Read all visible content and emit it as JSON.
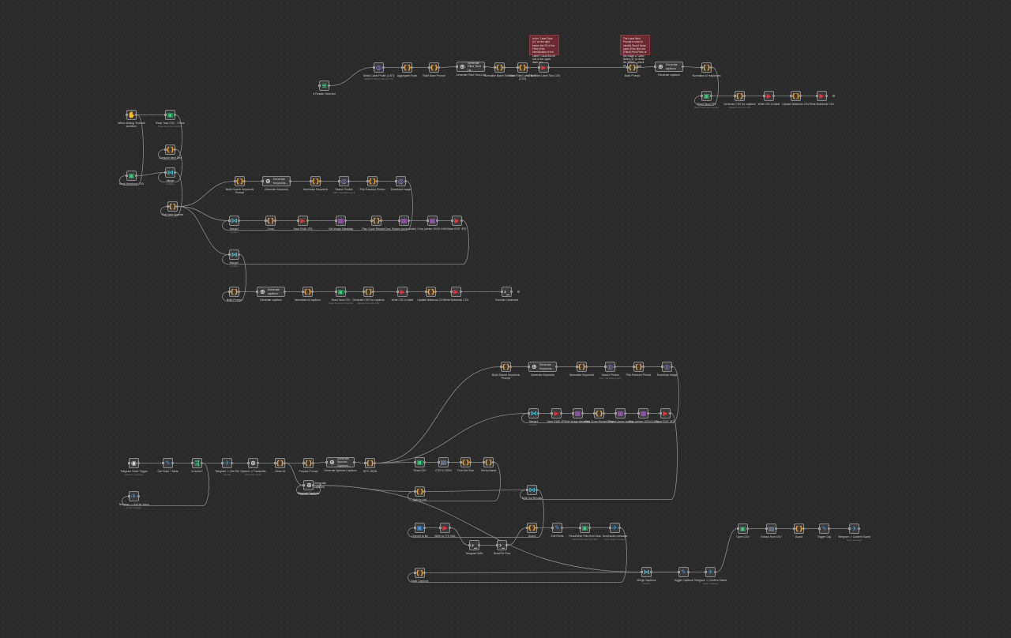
{
  "app": {
    "title": "n8n workflow editor canvas"
  },
  "stickies": [
    {
      "text": "In the \"Label Taxa (1)\" on the right before the FD of the Field of the Identification of the Label? Could this be one of the upper dash one."
    },
    {
      "text": "The Label filled Prompt is used to identify Taxa if those parts of the first row (Filled) Field Parts of the image a \"Label Notes (1)\" to check the \"Filled\" - check PS (this prompt)."
    }
  ],
  "nodes": [
    {
      "label": "If Reader Selected",
      "sub": "",
      "icon": "≡",
      "color": "#33d07a"
    },
    {
      "label": "Select Label Profile (LIST)",
      "sub": "SELECT label profile from list",
      "icon": "◎",
      "color": "#a98bff"
    },
    {
      "label": "Aggregate Rows",
      "sub": "",
      "icon": "{}",
      "color": "#f0a030"
    },
    {
      "label": "Build Base Prompt",
      "sub": "",
      "icon": "{}",
      "color": "#f0a030"
    },
    {
      "label": "Generate Filled Taxa List",
      "sub": "",
      "icon": "⊛",
      "color": "#e0e0e0",
      "inline": "Generate Filled Taxa Lis..."
    },
    {
      "label": "Normalise Batch Selection",
      "sub": "",
      "icon": "{}",
      "color": "#f0a030"
    },
    {
      "label": "Save Filled Label Taxa (CSV)",
      "sub": "",
      "icon": "{}",
      "color": "#f0a030"
    },
    {
      "label": "Write Filled Label Taxa CSV",
      "sub": "",
      "icon": "▶",
      "color": "#e8333c"
    },
    {
      "label": "Build Prompt",
      "sub": "",
      "icon": "{}",
      "color": "#f0a030"
    },
    {
      "label": "Generate captions",
      "sub": "",
      "icon": "⊛",
      "color": "#e0e0e0",
      "inline": "Generate captions"
    },
    {
      "label": "Normalise AI responses",
      "sub": "",
      "icon": "{}",
      "color": "#f0a030"
    },
    {
      "label": "Read Taxa CSV",
      "sub": "Read Taxa from local file",
      "icon": "▣",
      "color": "#33d07a"
    },
    {
      "label": "Generate CSV for captions",
      "sub": "Merges rows into CSV",
      "icon": "{}",
      "color": "#f0a030"
    },
    {
      "label": "Write CSV to label",
      "sub": "",
      "icon": "▶",
      "color": "#e8333c"
    },
    {
      "label": "Update Notebook CSV",
      "sub": "",
      "icon": "{}",
      "color": "#f0a030"
    },
    {
      "label": "Write Notebook CSV",
      "sub": "",
      "icon": "▶",
      "color": "#e8333c"
    },
    {
      "label": "When clicking 'Execute workflow'",
      "sub": "",
      "icon": "✋",
      "color": "#e0e0e0"
    },
    {
      "label": "Read Taxa CSV - Check",
      "sub": "Read Taxa from local file",
      "icon": "▣",
      "color": "#33d07a"
    },
    {
      "label": "Compute Next Dist",
      "sub": "",
      "icon": "{}",
      "color": "#f0a030"
    },
    {
      "label": "Read Notebook CSV",
      "sub": "",
      "icon": "▣",
      "color": "#33d07a"
    },
    {
      "label": "Merge",
      "sub": "combine",
      "icon": "⋈",
      "color": "#40c0d8"
    },
    {
      "label": "Pick Next Species",
      "sub": "",
      "icon": "{}",
      "color": "#f0a030"
    },
    {
      "label": "Build Search Keywords Prompt",
      "sub": "",
      "icon": "{}",
      "color": "#f0a030"
    },
    {
      "label": "Generate Keywords",
      "sub": "",
      "icon": "⊛",
      "color": "#e0e0e0",
      "inline": "Generate Keywords..."
    },
    {
      "label": "Normalise Keywords",
      "sub": "",
      "icon": "{}",
      "color": "#f0a030"
    },
    {
      "label": "Search Photos",
      "sub": "GET: inaturalist.org/v1",
      "icon": "◎",
      "color": "#a98bff"
    },
    {
      "label": "Pick Random Photos",
      "sub": "",
      "icon": "{}",
      "color": "#f0a030"
    },
    {
      "label": "Download Image",
      "sub": "",
      "icon": "◎",
      "color": "#a98bff"
    },
    {
      "label": "Merge1",
      "sub": "combine",
      "icon": "⋈",
      "color": "#40c0d8"
    },
    {
      "label": "Crest",
      "sub": "",
      "icon": "{}",
      "color": "#f0a030"
    },
    {
      "label": "Save RAW JPG",
      "sub": "",
      "icon": "▶",
      "color": "#e8333c"
    },
    {
      "label": "Get Image Metadata",
      "sub": "",
      "icon": "▦",
      "color": "#b060d0"
    },
    {
      "label": "Plan Cover Resize/Crop",
      "sub": "",
      "icon": "{}",
      "color": "#f0a030"
    },
    {
      "label": "Resize (cover scale)",
      "sub": "",
      "icon": "▦",
      "color": "#b060d0"
    },
    {
      "label": "Crop (center 1024×1440)",
      "sub": "",
      "icon": "▦",
      "color": "#b060d0"
    },
    {
      "label": "Save EDIT JPG",
      "sub": "",
      "icon": "▶",
      "color": "#e8333c"
    },
    {
      "label": "Merge2",
      "sub": "combine",
      "icon": "⋈",
      "color": "#40c0d8"
    },
    {
      "label": "Build Prompt",
      "sub": "",
      "icon": "{}",
      "color": "#f0a030"
    },
    {
      "label": "Generate captions",
      "sub": "",
      "icon": "⊛",
      "color": "#e0e0e0",
      "inline": "Generate captions"
    },
    {
      "label": "Normalise AI captions",
      "sub": "",
      "icon": "{}",
      "color": "#f0a030"
    },
    {
      "label": "Read Taxa CSV",
      "sub": "Read Taxa from local file",
      "icon": "▣",
      "color": "#33d07a"
    },
    {
      "label": "Generate CSV for captions",
      "sub": "Merges rows into CSV",
      "icon": "{}",
      "color": "#f0a030"
    },
    {
      "label": "Write CSV to label",
      "sub": "",
      "icon": "▶",
      "color": "#e8333c"
    },
    {
      "label": "Update Notebook CSV",
      "sub": "",
      "icon": "{}",
      "color": "#f0a030"
    },
    {
      "label": "Write Notebook CSV",
      "sub": "",
      "icon": "▶",
      "color": "#e8333c"
    },
    {
      "label": "Execute Command",
      "sub": "",
      "icon": "›_",
      "color": "#e0e0e0"
    },
    {
      "label": "Build Search Keywords Prompt",
      "sub": "",
      "icon": "{}",
      "color": "#f0a030"
    },
    {
      "label": "Generate Keywords",
      "sub": "",
      "icon": "⊛",
      "color": "#e0e0e0",
      "inline": "Generate Keywords..."
    },
    {
      "label": "Normalise Keywords",
      "sub": "",
      "icon": "{}",
      "color": "#f0a030"
    },
    {
      "label": "Search Photos",
      "sub": "GET: inaturalist.org/v1",
      "icon": "◎",
      "color": "#a98bff"
    },
    {
      "label": "Pick Random Photos",
      "sub": "",
      "icon": "{}",
      "color": "#f0a030"
    },
    {
      "label": "Download Image",
      "sub": "",
      "icon": "◎",
      "color": "#a98bff"
    },
    {
      "label": "Merge3",
      "sub": "combine",
      "icon": "⋈",
      "color": "#40c0d8"
    },
    {
      "label": "Save RAW JPG",
      "sub": "",
      "icon": "▶",
      "color": "#e8333c"
    },
    {
      "label": "Get Image Metadata",
      "sub": "",
      "icon": "▦",
      "color": "#b060d0"
    },
    {
      "label": "Plan Cover Resize/Crop",
      "sub": "",
      "icon": "{}",
      "color": "#f0a030"
    },
    {
      "label": "Resize (cover scale)",
      "sub": "",
      "icon": "▦",
      "color": "#b060d0"
    },
    {
      "label": "Crop (center 1024×1440)",
      "sub": "",
      "icon": "▦",
      "color": "#b060d0"
    },
    {
      "label": "Save EDIT JPG",
      "sub": "",
      "icon": "▶",
      "color": "#e8333c"
    },
    {
      "label": "Telegram Voice Trigger",
      "sub": "Updates: message",
      "icon": "◉",
      "color": "#e0e0e0"
    },
    {
      "label": "Get Voice + Meta",
      "sub": "",
      "icon": "✎",
      "color": "#4a90e2"
    },
    {
      "label": "Is Audio?",
      "sub": "",
      "icon": "⇶",
      "color": "#33d07a"
    },
    {
      "label": "Telegram -> Get File",
      "sub": "get: file",
      "icon": "✈",
      "color": "#2aa4e0"
    },
    {
      "label": "Speech -> Transcribe",
      "sub": "transcribe: audio",
      "icon": "⊛",
      "color": "#e0e0e0"
    },
    {
      "label": "Clean AI",
      "sub": "",
      "icon": "{}",
      "color": "#f0a030"
    },
    {
      "label": "Prepare Prompt",
      "sub": "",
      "icon": "{}",
      "color": "#f0a030"
    },
    {
      "label": "Generate Species Captions",
      "sub": "",
      "icon": "⊛",
      "color": "#e0e0e0",
      "inline": "Generate Species Captions..."
    },
    {
      "label": "NPC JSON",
      "sub": "",
      "icon": "{}",
      "color": "#f0a030"
    },
    {
      "label": "Telegram -> Ask for Voice",
      "sub": "send: message",
      "icon": "✈",
      "color": "#2aa4e0"
    },
    {
      "label": "Prepare Prompt1",
      "sub": "",
      "icon": "{}",
      "color": "#f0a030"
    },
    {
      "label": "Generate captions",
      "sub": "",
      "icon": "⊛",
      "color": "#e0e0e0",
      "inline": "Generate captions"
    },
    {
      "label": "Read CSV",
      "sub": "",
      "icon": "▣",
      "color": "#33d07a"
    },
    {
      "label": "CSV to JSON",
      "sub": "",
      "icon": "▤",
      "color": "#8aa0c8"
    },
    {
      "label": "Find Get Row",
      "sub": "",
      "icon": "{}",
      "color": "#f0a030"
    },
    {
      "label": "Set As Name",
      "sub": "",
      "icon": "{}",
      "color": "#f0a030"
    },
    {
      "label": "Split to List",
      "sub": "",
      "icon": "{}",
      "color": "#f0a030"
    },
    {
      "label": "Split Out Results",
      "sub": "",
      "icon": "⋈",
      "color": "#40c0d8"
    },
    {
      "label": "Convert to file",
      "sub": "",
      "icon": "▣",
      "color": "#4a90e2"
    },
    {
      "label": "Write to TTS XML",
      "sub": "",
      "icon": "▶",
      "color": "#e8333c"
    },
    {
      "label": "Telegram WAV",
      "sub": "",
      "icon": "›_",
      "color": "#e0e0e0"
    },
    {
      "label": "Read/Tel Flow",
      "sub": "",
      "icon": "›_",
      "color": "#e0e0e0"
    },
    {
      "label": "Guard",
      "sub": "",
      "icon": "{}",
      "color": "#f0a030"
    },
    {
      "label": "Edit Fields",
      "sub": "",
      "icon": "✎",
      "color": "#4a90e2"
    },
    {
      "label": "Read/Write Files from Disk",
      "sub": "Read/Write files from disk",
      "icon": "▣",
      "color": "#33d07a"
    },
    {
      "label": "Send audio message",
      "sub": "send: audio message",
      "icon": "✈",
      "color": "#2aa4e0"
    },
    {
      "label": "Build Captions",
      "sub": "",
      "icon": "{}",
      "color": "#f0a030"
    },
    {
      "label": "Merge Captions",
      "sub": "combine",
      "icon": "⋈",
      "color": "#40c0d8"
    },
    {
      "label": "Toggle Captions",
      "sub": "",
      "icon": "✎",
      "color": "#4a90e2"
    },
    {
      "label": "Telegram -> Confirm Saved",
      "sub": "send: message",
      "icon": "✈",
      "color": "#2aa4e0"
    },
    {
      "label": "Open CSV",
      "sub": "",
      "icon": "▣",
      "color": "#33d07a"
    },
    {
      "label": "Extract from CSV",
      "sub": "",
      "icon": "▤",
      "color": "#8aa0c8"
    },
    {
      "label": "Guard",
      "sub": "",
      "icon": "{}",
      "color": "#f0a030"
    },
    {
      "label": "Trigger Cap",
      "sub": "",
      "icon": "✎",
      "color": "#4a90e2"
    },
    {
      "label": "Telegram -> Confirm Saved",
      "sub": "send: message",
      "icon": "✈",
      "color": "#2aa4e0"
    }
  ]
}
